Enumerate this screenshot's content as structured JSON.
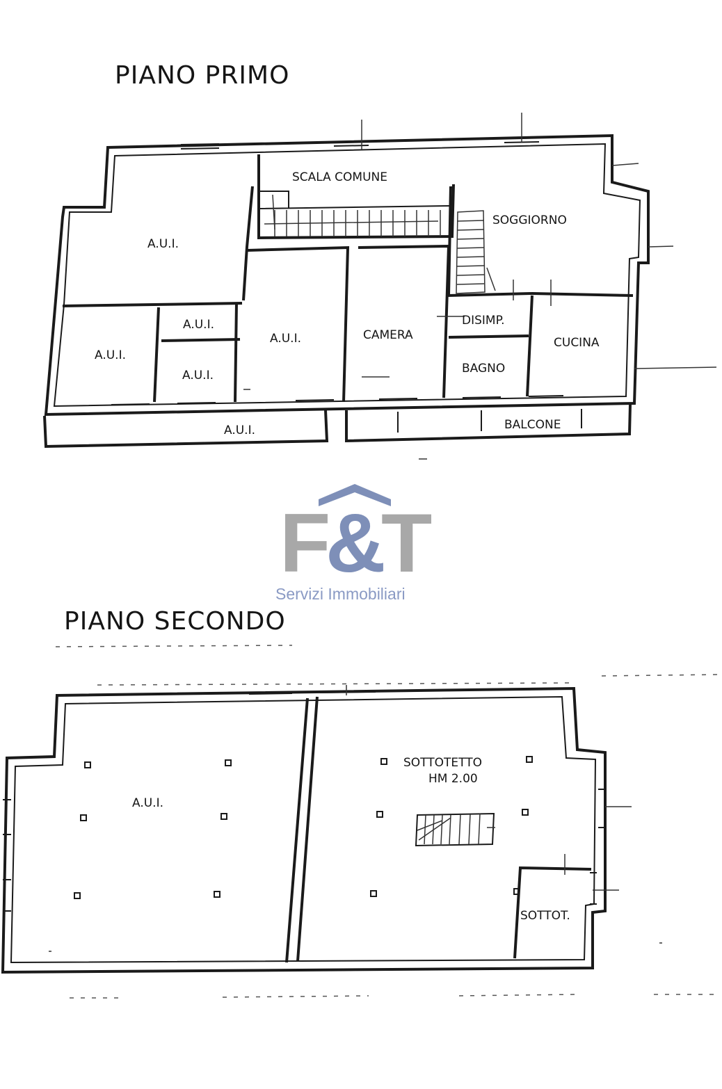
{
  "floors": [
    {
      "title": "PIANO PRIMO",
      "rooms": [
        {
          "label": "SCALA COMUNE"
        },
        {
          "label": "SOGGIORNO"
        },
        {
          "label": "A.U.I."
        },
        {
          "label": "A.U.I."
        },
        {
          "label": "A.U.I."
        },
        {
          "label": "A.U.I."
        },
        {
          "label": "A.U.I."
        },
        {
          "label": "CAMERA"
        },
        {
          "label": "DISIMP."
        },
        {
          "label": "CUCINA"
        },
        {
          "label": "BAGNO"
        },
        {
          "label": "A.U.I."
        },
        {
          "label": "BALCONE"
        }
      ]
    },
    {
      "title": "PIANO SECONDO",
      "rooms": [
        {
          "label": "A.U.I."
        },
        {
          "label": "SOTTOTETTO"
        },
        {
          "label": "HM 2.00"
        },
        {
          "label": "SOTTOT."
        }
      ]
    }
  ],
  "watermark": {
    "brand_left": "F",
    "brand_amp": "&",
    "brand_right": "T",
    "tagline": "Servizi Immobiliari",
    "colors": {
      "gray": "#a8a8a8",
      "blue": "#7e8fb8",
      "tag": "#8a9ac4"
    }
  }
}
